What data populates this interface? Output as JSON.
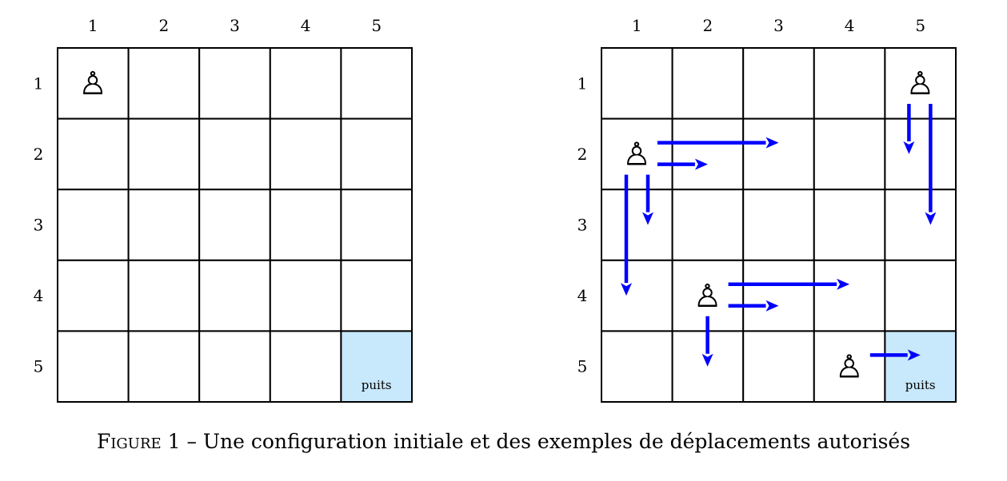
{
  "boards": [
    {
      "id": "left",
      "col_labels": [
        "1",
        "2",
        "3",
        "4",
        "5"
      ],
      "row_labels": [
        "1",
        "2",
        "3",
        "4",
        "5"
      ],
      "sink": {
        "row": 5,
        "col": 5,
        "label": "puits"
      },
      "pawns": [
        {
          "row": 1,
          "col": 1
        }
      ],
      "moves": []
    },
    {
      "id": "right",
      "col_labels": [
        "1",
        "2",
        "3",
        "4",
        "5"
      ],
      "row_labels": [
        "1",
        "2",
        "3",
        "4",
        "5"
      ],
      "sink": {
        "row": 5,
        "col": 5,
        "label": "puits"
      },
      "pawns": [
        {
          "row": 1,
          "col": 5
        },
        {
          "row": 2,
          "col": 1
        },
        {
          "row": 4,
          "col": 2
        },
        {
          "row": 5,
          "col": 4
        }
      ],
      "moves": [
        {
          "from": [
            2,
            1
          ],
          "to": [
            2,
            3
          ]
        },
        {
          "from": [
            2,
            1
          ],
          "to": [
            2,
            2
          ]
        },
        {
          "from": [
            2,
            1
          ],
          "to": [
            3,
            1
          ]
        },
        {
          "from": [
            2,
            1
          ],
          "to": [
            4,
            1
          ]
        },
        {
          "from": [
            1,
            5
          ],
          "to": [
            2,
            5
          ]
        },
        {
          "from": [
            1,
            5
          ],
          "to": [
            3,
            5
          ]
        },
        {
          "from": [
            4,
            2
          ],
          "to": [
            4,
            4
          ]
        },
        {
          "from": [
            4,
            2
          ],
          "to": [
            4,
            3
          ]
        },
        {
          "from": [
            4,
            2
          ],
          "to": [
            5,
            2
          ]
        },
        {
          "from": [
            5,
            4
          ],
          "to": [
            5,
            5
          ]
        }
      ]
    }
  ],
  "pawn_glyph": "♙",
  "colors": {
    "arrow": "#0000ff",
    "sink": "#c8e8fb",
    "grid": "#000000"
  },
  "caption": {
    "figure_label": "Figure 1",
    "separator": " – ",
    "text": "Une configuration initiale et des exemples de déplacements autorisés"
  }
}
